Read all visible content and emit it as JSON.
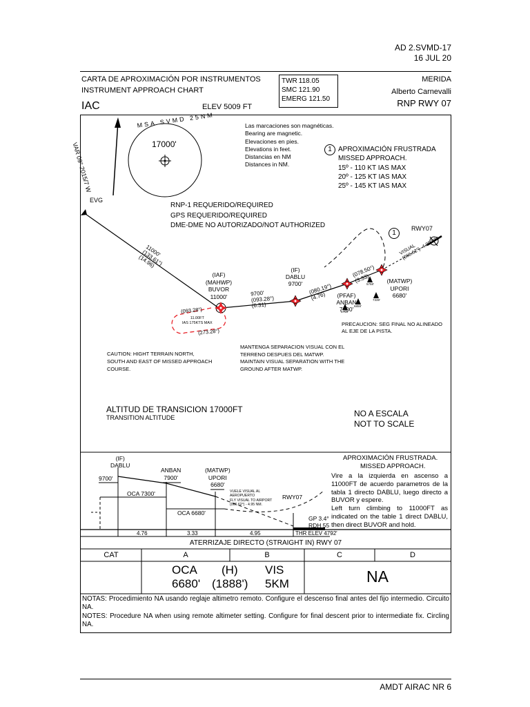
{
  "page_header": {
    "ref": "AD 2.SVMD-17",
    "date": "16 JUL 20"
  },
  "chart_header": {
    "title_es": "CARTA DE APROXIMACIÓN POR INSTRUMENTOS",
    "title_en": "INSTRUMENT APPROACH CHART",
    "iac": "IAC",
    "elev": "ELEV 5009 FT",
    "freqs": [
      {
        "name": "TWR",
        "value": "118.05"
      },
      {
        "name": "SMC",
        "value": "121.90"
      },
      {
        "name": "EMERG",
        "value": "121.50"
      }
    ],
    "city": "MERIDA",
    "airport": "Alberto Carnevalli",
    "procedure": "RNP RWY 07"
  },
  "plan_view": {
    "msa_label": "MSA SVMD 25NM",
    "msa_alt": "17000'",
    "var_label": "VAR 09° 2015/7 W",
    "evg": "EVG",
    "notes": [
      "Las marcaciones son magnéticas.",
      "Bearing are magnetic.",
      "Elevaciones en pies.",
      "Elevations in feet.",
      "Distancias en NM",
      "Distances in NM."
    ],
    "missed_num": "1",
    "missed_es": "APROXIMACIÓN FRUSTRADA",
    "missed_en": "MISSED APPROACH.",
    "speeds": [
      "15º - 110 KT IAS MAX",
      "20º - 125 KT IAS MAX",
      "25º - 145 KT IAS MAX"
    ],
    "rnp": [
      "RNP-1 REQUERIDO/REQUIRED",
      "GPS REQUERIDO/REQUIRED",
      "DME-DME NO AUTORIZADO/NOT AUTHORIZED"
    ],
    "leg1": [
      "11000'",
      "(133.61°)",
      "(14.96)"
    ],
    "iaf": [
      "(IAF)",
      "(MAHWP)",
      "BUVOR",
      "11000'"
    ],
    "hold": {
      "inbound": "(093.28°)",
      "outbound": "(273.28°)",
      "alt": "11.00FT",
      "speed": "IAS 175KTS MAX"
    },
    "leg2": [
      "9700'",
      "(093.28°)",
      "(6.31)"
    ],
    "if_fix": [
      "(IF)",
      "DABLU",
      "9700'"
    ],
    "leg3": [
      "(080.19°)",
      "(4.76)"
    ],
    "pfaf": [
      "(PFAF)",
      "ANBAN",
      "7900'"
    ],
    "leg4": [
      "(078.50°)",
      "(3.33)"
    ],
    "matwp": [
      "(MATWP)",
      "UPORI",
      "6680'"
    ],
    "obstacles": [
      "5758'",
      "7339'",
      "6859'",
      "5758'"
    ],
    "visual": [
      "VISUAL",
      "(066.62°)- 4.95 NM"
    ],
    "rwy": "RWY07",
    "missed_mark": "1",
    "precaution": [
      "PRECAUCION: SEG FINAL NO ALINEADO",
      "AL EJE DE LA PISTA."
    ],
    "caution": [
      "CAUTION: HIGHT TERRAIN NORTH,",
      "SOUTH AND EAST OF MISSED APPROACH",
      "COURSE."
    ],
    "maintain": [
      "MANTENGA SEPARACION VISUAL CON EL",
      "TERRENO DESPUES DEL MATWP.",
      "MAINTAIN VISUAL SEPARATION WITH THE",
      "GROUND AFTER MATWP."
    ],
    "transition": "ALTITUD DE TRANSICION 17000FT",
    "transition_en": "TRANSITION ALTITUDE",
    "scale": [
      "NO A ESCALA",
      "NOT TO SCALE"
    ]
  },
  "profile": {
    "if_label": [
      "(IF)",
      "DABLU"
    ],
    "dablu_alt": "9700'",
    "anban": [
      "ANBAN",
      "7900'"
    ],
    "matwp": [
      "(MATWP)",
      "UPORI",
      "6680'"
    ],
    "oca1": "OCA 7300'",
    "oca2": "OCA 6680'",
    "visual": [
      "VUELE VISUAL AL",
      "AEROPUERTO",
      "FLY VISUAL TO AIRPORT",
      "(066.62°) - 4.95 NM."
    ],
    "rwy": "RWY07",
    "gp": "GP 3.4°",
    "rdh": "RDH 55",
    "distances": [
      "4.76",
      "3.33",
      "4.95"
    ],
    "thr": "THR ELEV 4792'",
    "missed_title": [
      "APROXIMACIÓN FRUSTRADA.",
      "MISSED APPROACH."
    ],
    "missed_es": "Vire a la izquierda en ascenso a 11000FT de acuerdo parametros de la tabla 1 directo DABLU, luego directo a BUVOR y espere.",
    "missed_en": "Left turn climbing to 11000FT as indicated on the table 1 direct DABLU, then direct BUVOR and hold."
  },
  "minima": {
    "title": "ATERRIZAJE DIRECTO (STRAIGHT IN)  RWY 07",
    "cat": "CAT",
    "cats": [
      "A",
      "B",
      "C",
      "D"
    ],
    "oca_label": "OCA",
    "h_label": "(H)",
    "vis_label": "VIS",
    "oca_val": "6680'",
    "h_val": "(1888')",
    "vis_val": "5KM",
    "na": "NA"
  },
  "notes": {
    "es": "NOTAS: Procedimiento NA usando reglaje altimetro remoto. Configure el descenso final antes del fijo intermedio. Circuito NA.",
    "en": "NOTES: Procedure NA when using remote altimeter setting. Configure for final descent prior to intermediate fix. Circling NA."
  },
  "footer": "AMDT AIRAC NR 6"
}
